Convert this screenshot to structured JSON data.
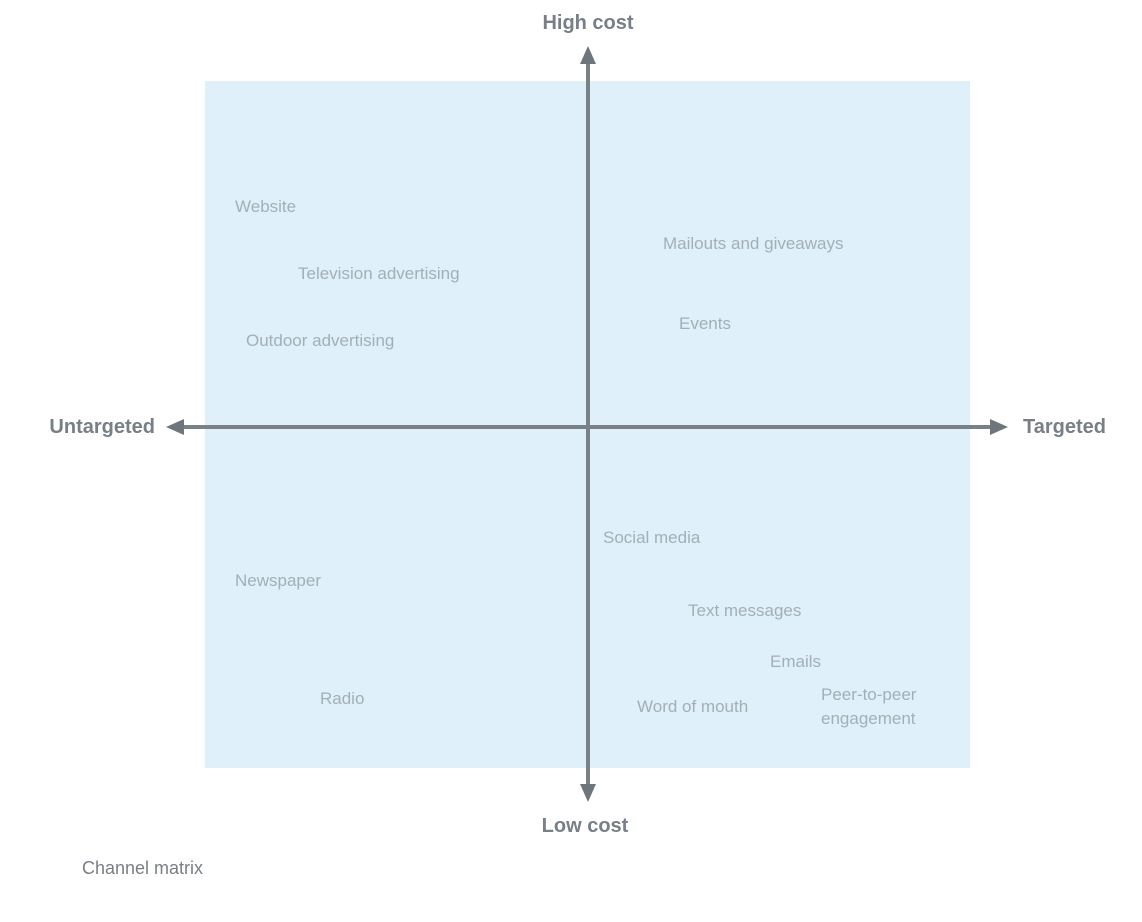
{
  "title": "Channel matrix",
  "axes": {
    "top": "High cost",
    "bottom": "Low cost",
    "left": "Untargeted",
    "right": "Targeted"
  },
  "colors": {
    "quadrant_background": "#dff0fa",
    "axis_line": "#7a8186",
    "axis_title_text": "#787f85",
    "channel_text": "#a3afb7",
    "caption_text": "#7b7f84"
  },
  "channels": [
    {
      "label": "Website",
      "quadrant": "high-cost-untargeted"
    },
    {
      "label": "Television advertising",
      "quadrant": "high-cost-untargeted"
    },
    {
      "label": "Outdoor advertising",
      "quadrant": "high-cost-untargeted"
    },
    {
      "label": "Mailouts and giveaways",
      "quadrant": "high-cost-targeted"
    },
    {
      "label": "Events",
      "quadrant": "high-cost-targeted"
    },
    {
      "label": "Newspaper",
      "quadrant": "low-cost-untargeted"
    },
    {
      "label": "Radio",
      "quadrant": "low-cost-untargeted"
    },
    {
      "label": "Social media",
      "quadrant": "low-cost-targeted"
    },
    {
      "label": "Text messages",
      "quadrant": "low-cost-targeted"
    },
    {
      "label": "Emails",
      "quadrant": "low-cost-targeted"
    },
    {
      "label": "Word of mouth",
      "quadrant": "low-cost-targeted"
    },
    {
      "label": "Peer-to-peer engagement",
      "quadrant": "low-cost-targeted"
    }
  ]
}
